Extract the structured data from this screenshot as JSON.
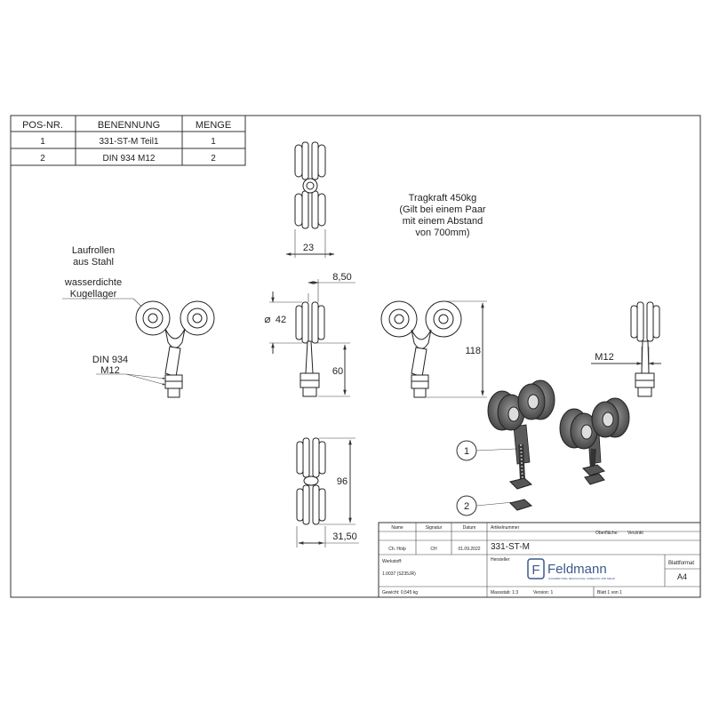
{
  "parts_list": {
    "headers": [
      "POS-NR.",
      "BENENNUNG",
      "MENGE"
    ],
    "rows": [
      {
        "pos": "1",
        "name": "331-ST-M Teil1",
        "qty": "1"
      },
      {
        "pos": "2",
        "name": "DIN 934 M12",
        "qty": "2"
      }
    ]
  },
  "notes": {
    "load": [
      "Tragkraft 450kg",
      "(Gilt bei einem Paar",
      "mit einem Abstand",
      "von 700mm)"
    ],
    "rollers": [
      "Laufrollen",
      "aus Stahl"
    ],
    "bearings": [
      "wasserdichte",
      "Kugellager"
    ],
    "nut": [
      "DIN 934",
      "M12"
    ]
  },
  "dimensions": {
    "width_top": "23",
    "flange": "8,50",
    "diameter": "42",
    "height_lower": "60",
    "height_total": "118",
    "thread": "M12",
    "height_bottom": "96",
    "width_bottom": "31,50"
  },
  "balloons": [
    "1",
    "2"
  ],
  "title_block": {
    "headers": [
      "Name",
      "Signatur",
      "Datum",
      "Artikelnummer",
      "Oberfläche:",
      "Verzinkt"
    ],
    "drawn_by": "Ch. Hölp",
    "signature": "CH",
    "date": "01.09.2022",
    "article_number": "331-ST-M",
    "manufacturer_label": "Hersteller",
    "logo_text": "Feldmann",
    "logo_tagline": "SCHIEBETORE, BESCHLÄGE, ZUBEHÖR UND MEHR",
    "material_label": "Werkstoff:",
    "material": "1.0037 (S235JR)",
    "format_label": "Blattformat",
    "format": "A4",
    "weight": "Gewicht: 0,545 kg",
    "scale": "Massstab: 1:3",
    "version": "Version: 1",
    "sheet": "Blatt 1 von 1"
  }
}
